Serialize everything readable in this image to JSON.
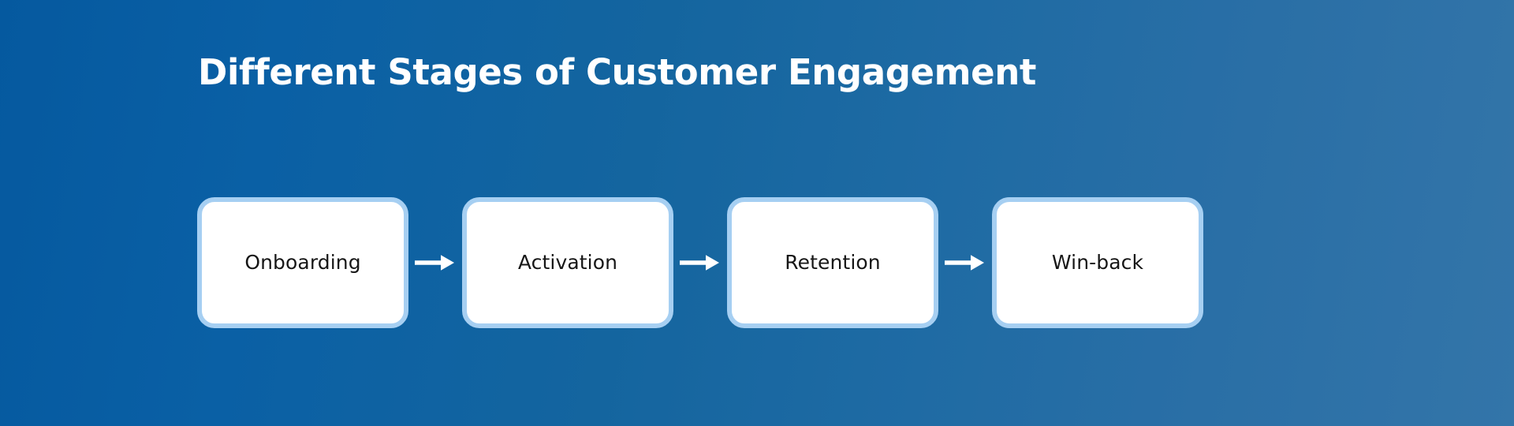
{
  "page": {
    "title": "Different Stages of Customer Engagement",
    "background_gradient_from": "#05599f",
    "background_gradient_to": "#3375a9",
    "title_color": "#ffffff"
  },
  "flow": {
    "box_fill_color": "#ffffff",
    "box_border_color": "#a6cff2",
    "label_color": "#161616",
    "arrow_color": "#ffffff",
    "arrow_icon": "arrow-right-icon",
    "stages": [
      {
        "label": "Onboarding"
      },
      {
        "label": "Activation"
      },
      {
        "label": "Retention"
      },
      {
        "label": "Win-back"
      }
    ]
  }
}
